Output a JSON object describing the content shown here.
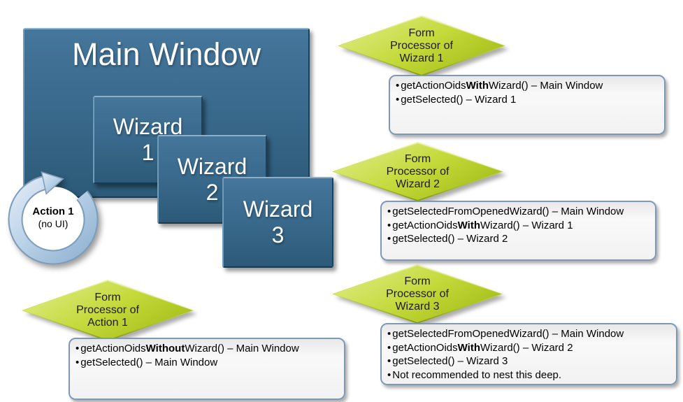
{
  "diagram": {
    "main_window": {
      "title": "Main Window"
    },
    "wizards": [
      {
        "name": "Wizard",
        "number": "1"
      },
      {
        "name": "Wizard",
        "number": "2"
      },
      {
        "name": "Wizard",
        "number": "3"
      }
    ],
    "action_loop": {
      "label": "Action 1",
      "sublabel": "(no UI)"
    },
    "callouts": [
      {
        "id": "wizard-1",
        "diamond_lines": [
          "Form",
          "Processor of",
          "Wizard 1"
        ],
        "bullets": [
          [
            {
              "t": "getActionOids"
            },
            {
              "t": "With",
              "b": true
            },
            {
              "t": "Wizard() – Main Window"
            }
          ],
          [
            {
              "t": "getSelected() – Wizard 1"
            }
          ]
        ]
      },
      {
        "id": "wizard-2",
        "diamond_lines": [
          "Form",
          "Processor of",
          "Wizard 2"
        ],
        "bullets": [
          [
            {
              "t": "getSelectedFromOpenedWizard() – Main Window"
            }
          ],
          [
            {
              "t": "getActionOids"
            },
            {
              "t": "With",
              "b": true
            },
            {
              "t": "Wizard() – Wizard 1"
            }
          ],
          [
            {
              "t": "getSelected() – Wizard 2"
            }
          ]
        ]
      },
      {
        "id": "wizard-3",
        "diamond_lines": [
          "Form",
          "Processor of",
          "Wizard 3"
        ],
        "bullets": [
          [
            {
              "t": "getSelectedFromOpenedWizard() – Main Window"
            }
          ],
          [
            {
              "t": "getActionOids"
            },
            {
              "t": "With",
              "b": true
            },
            {
              "t": "Wizard() – Wizard 2"
            }
          ],
          [
            {
              "t": "getSelected() – Wizard 3"
            }
          ],
          [
            {
              "t": "Not recommended to nest this deep."
            }
          ]
        ]
      },
      {
        "id": "action-1",
        "diamond_lines": [
          "Form",
          "Processor of",
          "Action 1"
        ],
        "bullets": [
          [
            {
              "t": "getActionOids"
            },
            {
              "t": "Without",
              "b": true
            },
            {
              "t": "Wizard() – Main Window"
            }
          ],
          [
            {
              "t": "getSelected() – Main Window"
            }
          ]
        ]
      }
    ],
    "colors": {
      "window_blue_top": "#45769b",
      "window_blue_bottom": "#2c5a78",
      "diamond_green": "#c4d93a",
      "callout_border": "#7e99b5",
      "ring_blue": "#b7cfe6"
    }
  }
}
